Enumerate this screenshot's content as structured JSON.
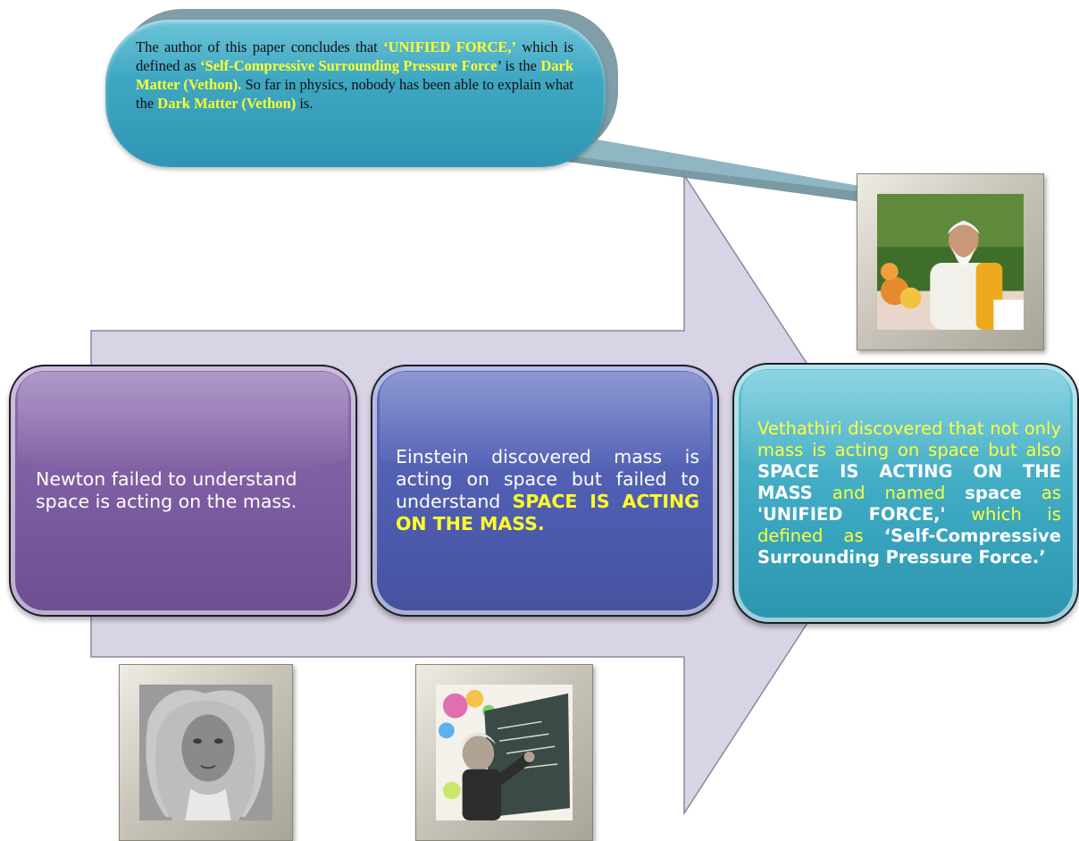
{
  "callout": {
    "t1": "The author of this paper concludes that ",
    "h1": "‘UNIFIED FORCE,’",
    "t2": " which is defined as ",
    "h2": "‘Self-Compressive Surrounding Pressure Force",
    "t3": "’ is the ",
    "h3": "Dark Matter (Vethon).",
    "t4": " So far in physics, nobody has been able to explain what the ",
    "h4": "Dark Matter (Vethon)",
    "t5": " is."
  },
  "boxes": {
    "newton": {
      "text": "Newton failed to understand space is acting on the mass."
    },
    "einstein": {
      "text": "Einstein discovered mass is acting on space but failed to understand ",
      "highlight": "SPACE IS ACTING ON THE MASS."
    },
    "vethathiri": {
      "t1": "Vethathiri discovered that not only mass is acting on space but also ",
      "b1": "SPACE IS ACTING ON THE MASS",
      "t2": " and named ",
      "b2": "space",
      "t3": " as ",
      "b3": "'UNIFIED FORCE,'",
      "t4": " which is defined as ",
      "b4": "‘Self-Compressive Surrounding Pressure Force.’"
    }
  },
  "colors": {
    "arrow_fill": "#d8d3e4",
    "newton_box": "#7a5a9e",
    "einstein_box": "#4e5cb0",
    "vethathiri_box": "#3aa6bf",
    "callout": "#3fa7c2",
    "highlight": "#ffff2a"
  },
  "images": {
    "vethathiri": "portrait-vethathiri",
    "newton": "portrait-newton",
    "einstein": "portrait-einstein"
  }
}
